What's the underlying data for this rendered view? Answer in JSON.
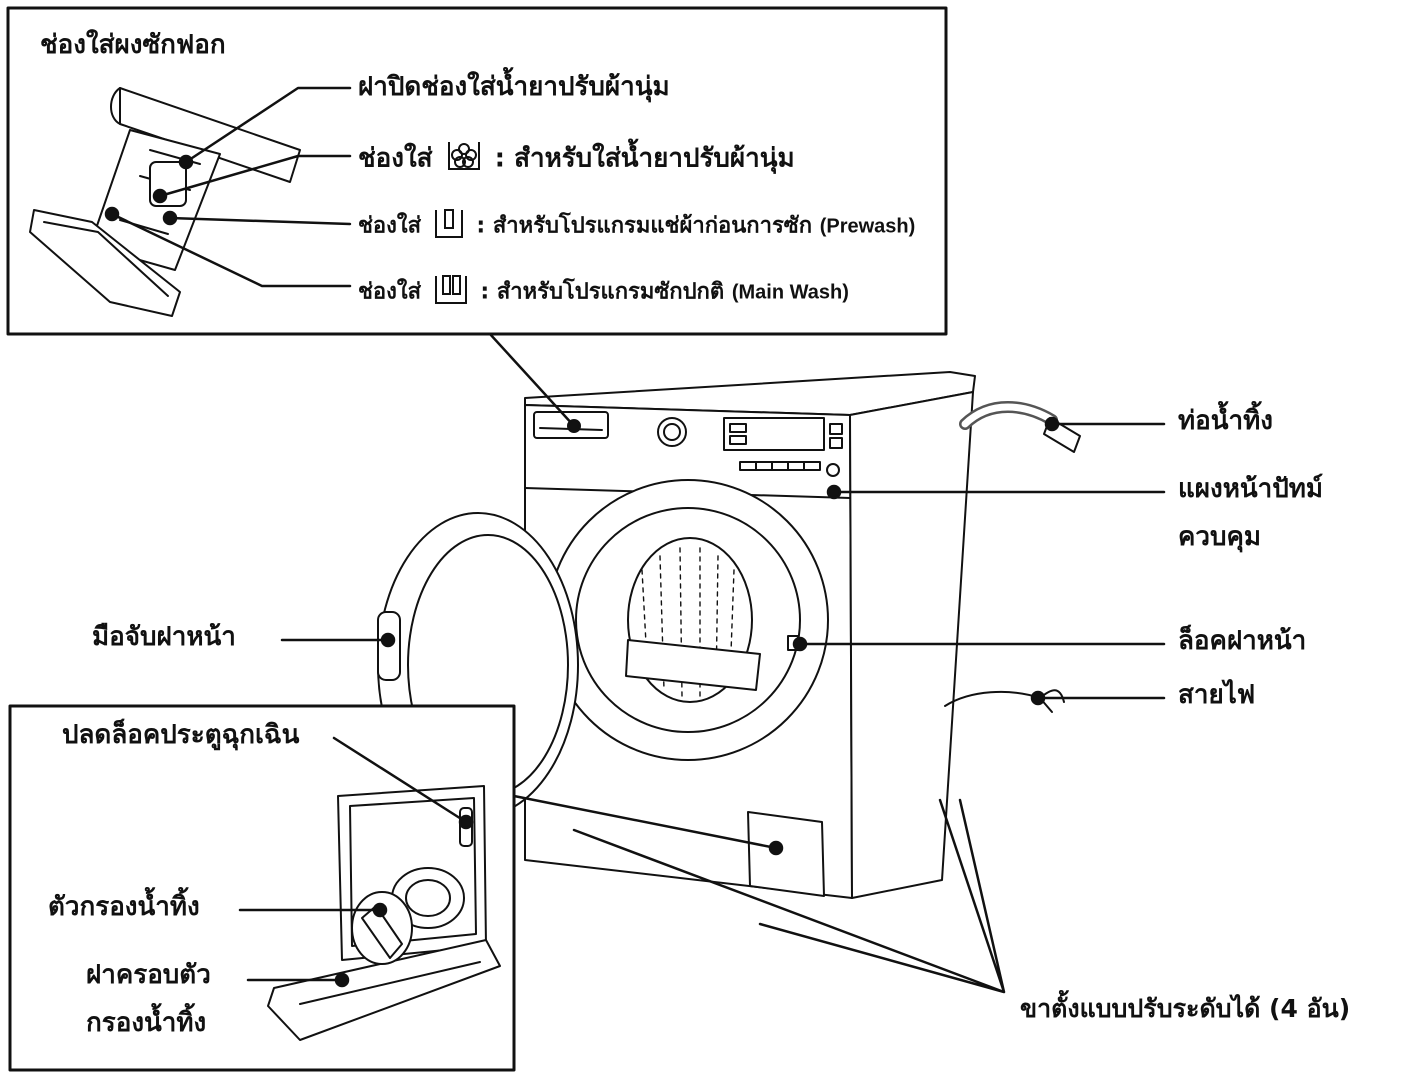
{
  "dispenser_box": {
    "drawer_label": "ช่องใส่ผงซักฟอก",
    "softener_cap_label": "ฝาปิดช่องใส่น้ำยาปรับผ้านุ่ม",
    "softener_slot": {
      "prefix": "ช่องใส่",
      "suffix": ": สำหรับใส่น้ำยาปรับผ้านุ่ม",
      "icon": "flower-icon"
    },
    "prewash_slot": {
      "prefix": "ช่องใส่",
      "suffix": ": สำหรับโปรแกรมแช่ผ้าก่อนการซัก",
      "en": "(Prewash)",
      "icon": "single-bar-icon"
    },
    "mainwash_slot": {
      "prefix": "ช่องใส่",
      "suffix": ": สำหรับโปรแกรมซักปกติ",
      "en": "(Main Wash)",
      "icon": "double-bar-icon"
    }
  },
  "machine_labels": {
    "drain_hose": "ท่อน้ำทิ้ง",
    "control_panel_line1": "แผงหน้าปัทม์",
    "control_panel_line2": "ควบคุม",
    "door_handle": "มือจับฝาหน้า",
    "door_lock": "ล็อคฝาหน้า",
    "power_cord": "สายไฟ",
    "adjustable_feet": "ขาตั้งแบบปรับระดับได้ (4 อัน)"
  },
  "filter_box": {
    "emergency_release": "ปลดล็อคประตูฉุกเฉิน",
    "drain_filter": "ตัวกรองน้ำทิ้ง",
    "filter_cover_line1": "ฝาครอบตัว",
    "filter_cover_line2": "กรองน้ำทิ้ง"
  },
  "colors": {
    "line": "#111111",
    "background": "#ffffff"
  }
}
